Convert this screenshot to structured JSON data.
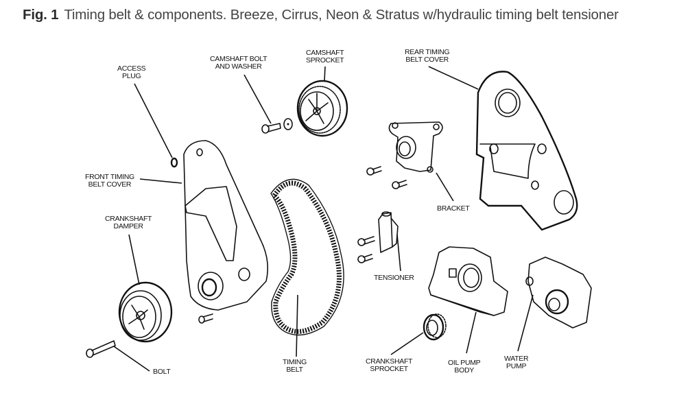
{
  "caption": {
    "figure_number": "Fig. 1",
    "title": "Timing belt & components. Breeze, Cirrus, Neon & Stratus w/hydraulic timing belt tensioner"
  },
  "labels": {
    "access_plug": [
      "ACCESS",
      "PLUG"
    ],
    "camshaft_bolt": [
      "CAMSHAFT BOLT",
      "AND WASHER"
    ],
    "camshaft_sprocket": [
      "CAMSHAFT",
      "SPROCKET"
    ],
    "rear_cover": [
      "REAR TIMING",
      "BELT COVER"
    ],
    "front_cover": [
      "FRONT TIMING",
      "BELT COVER"
    ],
    "bracket": [
      "BRACKET"
    ],
    "crankshaft_damper": [
      "CRANKSHAFT",
      "DAMPER"
    ],
    "tensioner": [
      "TENSIONER"
    ],
    "bolt": [
      "BOLT"
    ],
    "timing_belt": [
      "TIMING",
      "BELT"
    ],
    "crankshaft_sprocket": [
      "CRANKSHAFT",
      "SPROCKET"
    ],
    "oil_pump": [
      "OIL PUMP",
      "BODY"
    ],
    "water_pump": [
      "WATER",
      "PUMP"
    ]
  }
}
